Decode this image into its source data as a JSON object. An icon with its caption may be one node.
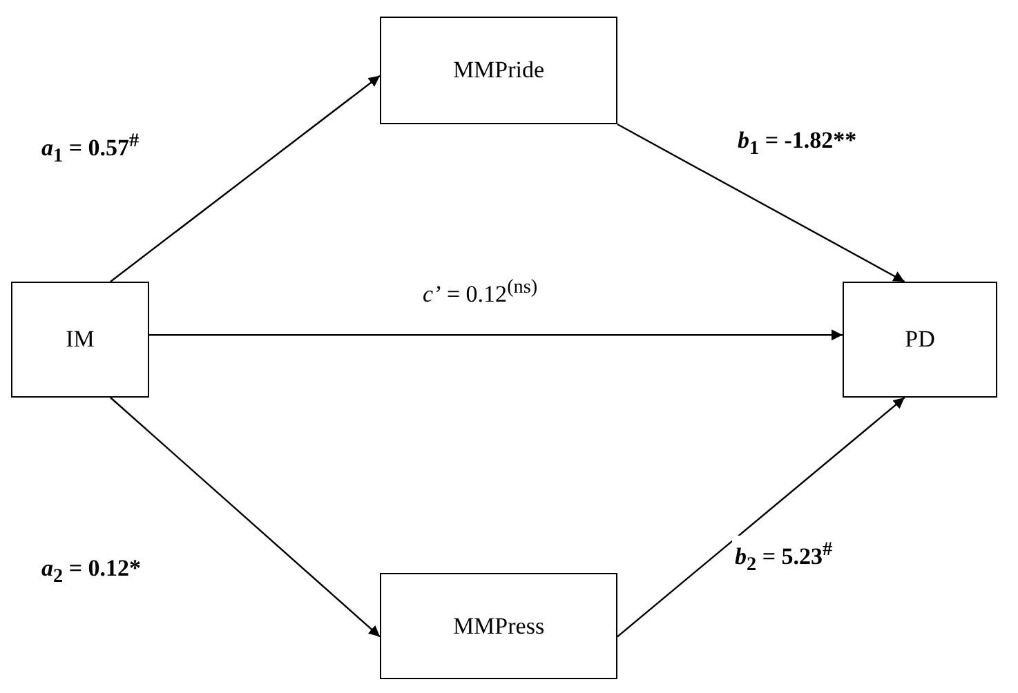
{
  "diagram": {
    "nodes": [
      {
        "text": [
          "MMPride"
        ]
      },
      {
        "text": [
          "IM"
        ]
      },
      {
        "text": [
          "PD"
        ]
      },
      {
        "text": [
          "MMPress"
        ]
      }
    ],
    "edges": [
      {
        "from": 1,
        "to": 0,
        "arrow": "to",
        "label": "*a*$_{1}$ = 0.57$^{#}$"
      },
      {
        "from": 0,
        "to": 2,
        "arrow": "to",
        "label": "*b*$_{1}$ = -1.82**"
      },
      {
        "from": 1,
        "to": 2,
        "arrow": "to",
        "label": "*c’* = 0.12$^{(ns)}$"
      },
      {
        "from": 1,
        "to": 3,
        "arrow": "to",
        "label": "*a*$_{2}$ = 0.12*"
      },
      {
        "from": 3,
        "to": 2,
        "arrow": "to",
        "label": "*b*$_{2}$ = 5.23$^{#}$"
      }
    ]
  }
}
